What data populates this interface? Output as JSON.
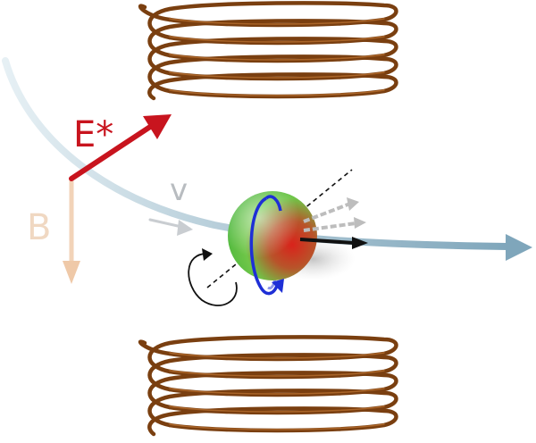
{
  "labels": {
    "electric_field": "E*",
    "magnetic_field": "B",
    "velocity": "v"
  },
  "colors": {
    "coil": "#8B4A14",
    "coil_highlight": "#C87A3A",
    "electric_field": "#C8141E",
    "magnetic_field": "#F2D3B8",
    "magnetic_field_text": "#F0D8C2",
    "velocity_text": "#B8BCC0",
    "trajectory": "#8FB3C6",
    "trajectory_light": "#D6E6EE",
    "spin_ring": "#1E2FD6",
    "sphere_green": "#5CCB4A",
    "sphere_red": "#D62A1E",
    "shadow": "#D0D0D0",
    "spin_vector": "#111111",
    "ghost_arrow": "#BDBDBD",
    "rotation_arrow": "#111111"
  },
  "icons": {
    "upper_coil": "solenoid-coil-icon",
    "lower_coil": "solenoid-coil-icon",
    "particle": "spinning-sphere-icon",
    "rotation": "curved-arrow-icon"
  }
}
